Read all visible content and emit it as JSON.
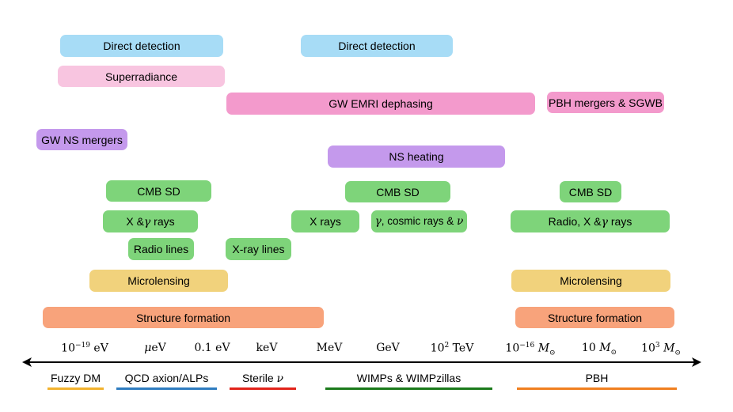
{
  "colors": {
    "direct": "#a7dcf6",
    "superradiance": "#f8c5e0",
    "gw": "#f39acc",
    "ns": "#c499ec",
    "indirect": "#7ed47a",
    "lensing": "#f1d27c",
    "structure": "#f8a37b",
    "fuzzy": "#f2b22e",
    "qcd": "#2f7cc0",
    "sterile": "#e2231a",
    "wimps": "#1b7a1b",
    "pbh": "#f07f1f"
  },
  "boxes": {
    "direct1": "Direct detection",
    "direct2": "Direct detection",
    "superradiance": "Superradiance",
    "gw_emri": "GW EMRI dephasing",
    "pbh_mergers": "PBH mergers & SGWB",
    "gw_ns": "GW NS mergers",
    "ns_heating": "NS heating",
    "cmb1": "CMB SD",
    "cmb2": "CMB SD",
    "cmb3": "CMB SD",
    "xgamma_pre": "X &",
    "xgamma_sym": "γ",
    "xgamma_post": " rays",
    "xrays": "X rays",
    "gcr_sym": "γ",
    "gcr_mid": ", cosmic rays &",
    "gcr_nu": "ν",
    "radio_xg_pre": "Radio, X &",
    "radio_xg_sym": "γ",
    "radio_xg_post": " rays",
    "radio_lines": "Radio lines",
    "xray_lines": "X-ray lines",
    "microlensing1": "Microlensing",
    "microlensing2": "Microlensing",
    "structure1": "Structure formation",
    "structure2": "Structure formation"
  },
  "axis_ticks": {
    "t1_base": "10",
    "t1_exp": "−19",
    "t1_unit": " eV",
    "t2_mu": "μ",
    "t2_unit": "eV",
    "t3": "0.1 eV",
    "t4": "keV",
    "t5": "MeV",
    "t6": "GeV",
    "t7_base": "10",
    "t7_exp": "2",
    "t7_unit": " TeV",
    "t8_base": "10",
    "t8_exp": "−16",
    "t8_m": "M",
    "t8_sub": "⊙",
    "t9_pre": "10 ",
    "t9_m": "M",
    "t9_sub": "⊙",
    "t10_base": "10",
    "t10_exp": "3",
    "t10_m": "M",
    "t10_sub": "⊙"
  },
  "categories": {
    "fuzzy": "Fuzzy DM",
    "qcd": "QCD axion/ALPs",
    "sterile_pre": "Sterile ",
    "sterile_nu": "ν",
    "wimps": "WIMPs & WIMPzillas",
    "pbh": "PBH"
  }
}
